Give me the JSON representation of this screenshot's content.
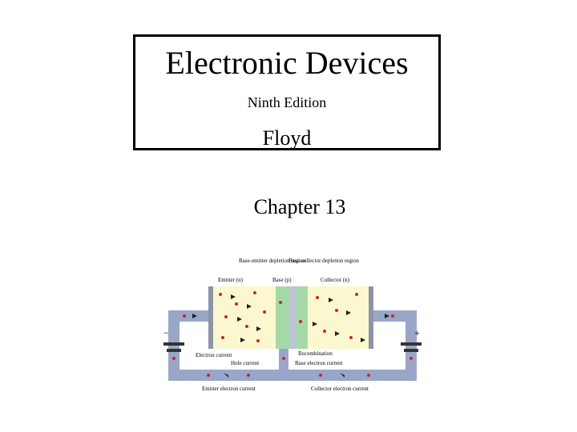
{
  "slide": {
    "title": "Electronic Devices",
    "edition": "Ninth Edition",
    "author": "Floyd",
    "chapter": "Chapter 13"
  },
  "figure": {
    "labels": {
      "be_depletion": "Base-emitter depletion region",
      "bc_depletion": "Base-collector depletion region",
      "emitter": "Emitter (n)",
      "base": "Base (p)",
      "collector": "Collector (n)",
      "electron_current": "Electron current",
      "hole_current": "Hole current",
      "recombination": "Recombination",
      "base_electron_current": "Base electron current",
      "emitter_electron_current": "Emitter electron current",
      "collector_electron_current": "Collector electron current",
      "minus": "−",
      "plus": "+"
    },
    "colors": {
      "wire": "#9aa6c8",
      "emitter_region": "#fbf8cf",
      "depletion": "#a6d9a8",
      "base_region": "#c2bedc",
      "electron": "#cc2233",
      "hole": "#222222"
    }
  }
}
